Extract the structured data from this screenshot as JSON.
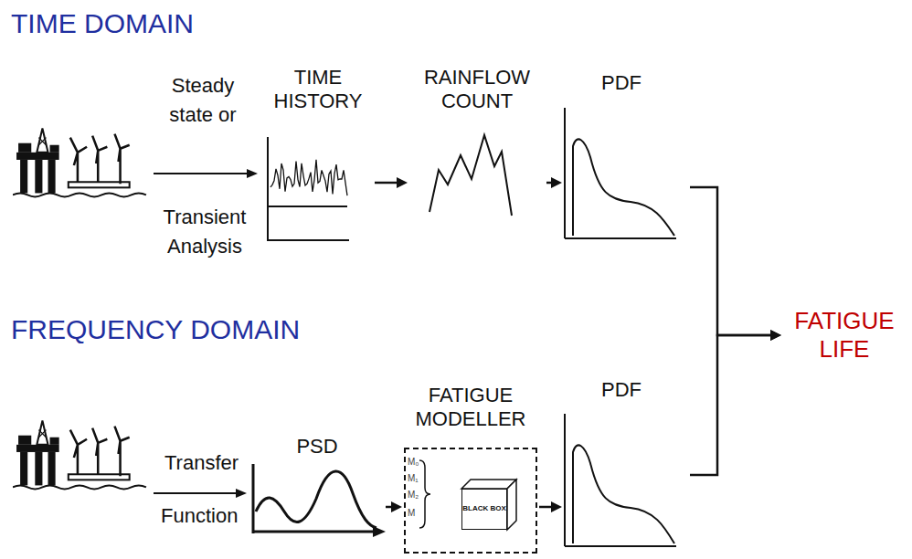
{
  "diagram": {
    "nodes": [
      {
        "text": [
          "TIME HISTORY"
        ]
      },
      {
        "text": [
          "RAINFLOW COUNT"
        ]
      },
      {
        "text": [
          "PDF"
        ]
      },
      {
        "text": [
          "PSD"
        ]
      },
      {
        "text": [
          "FATIGUE MODELLER"
        ]
      },
      {
        "text": [
          "BLACK BOX"
        ],
        "in": 4
      },
      {
        "text": [
          "PDF"
        ]
      },
      {
        "text": [
          "FATIGUE LIFE"
        ]
      }
    ],
    "edges": [
      {
        "from": 0,
        "to": 1,
        "arrow": "to"
      },
      {
        "from": 1,
        "to": 2,
        "arrow": "to"
      },
      {
        "from": 3,
        "to": 4,
        "arrow": "to"
      },
      {
        "from": 4,
        "to": 6,
        "arrow": "to"
      },
      {
        "from": 2,
        "to": 7,
        "arrow": "to"
      },
      {
        "from": 6,
        "to": 7,
        "arrow": "to"
      }
    ],
    "labels": [
      "TIME DOMAIN",
      "Steady state or",
      "Transient Analysis",
      "FREQUENCY DOMAIN",
      "Transfer",
      "Function",
      "M₀",
      "M₁",
      "M₂",
      "M"
    ]
  }
}
